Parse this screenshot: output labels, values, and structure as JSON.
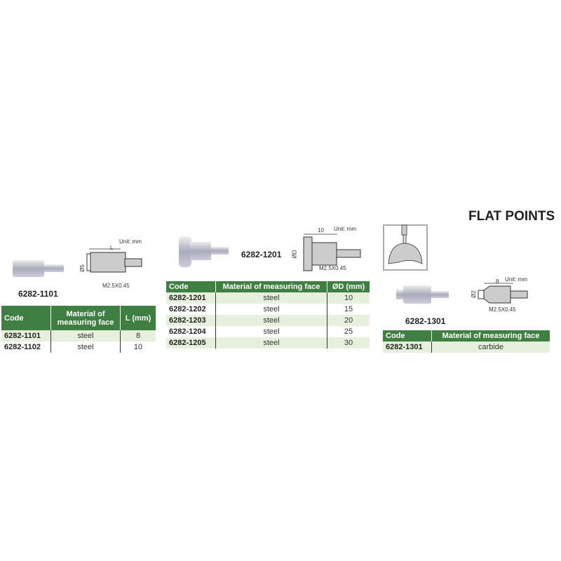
{
  "title": "FLAT POINTS",
  "unit": "Unit: mm",
  "thread": "M2.5X0.45",
  "products": [
    {
      "code": "6282-1101",
      "dim_label": "L",
      "dia_label": "Ø5",
      "table": {
        "headers": [
          "Code",
          "Material of measuring face",
          "L (mm)"
        ],
        "rows": [
          [
            "6282-1101",
            "steel",
            "8"
          ],
          [
            "6282-1102",
            "steel",
            "10"
          ]
        ]
      }
    },
    {
      "code": "6282-1201",
      "dim_label": "10",
      "dia_label": "ØD",
      "table": {
        "headers": [
          "Code",
          "Material of measuring face",
          "ØD (mm)"
        ],
        "rows": [
          [
            "6282-1201",
            "steel",
            "10"
          ],
          [
            "6282-1202",
            "steel",
            "15"
          ],
          [
            "6282-1203",
            "steel",
            "20"
          ],
          [
            "6282-1204",
            "steel",
            "25"
          ],
          [
            "6282-1205",
            "steel",
            "30"
          ]
        ]
      }
    },
    {
      "code": "6282-1301",
      "dim_label": "8",
      "dia_label": "Ø2",
      "table": {
        "headers": [
          "Code",
          "Material of measuring face"
        ],
        "rows": [
          [
            "6282-1301",
            "carbide"
          ]
        ]
      }
    }
  ],
  "colors": {
    "header": "#3f7f42",
    "alt_row": "#e7f0dd"
  }
}
